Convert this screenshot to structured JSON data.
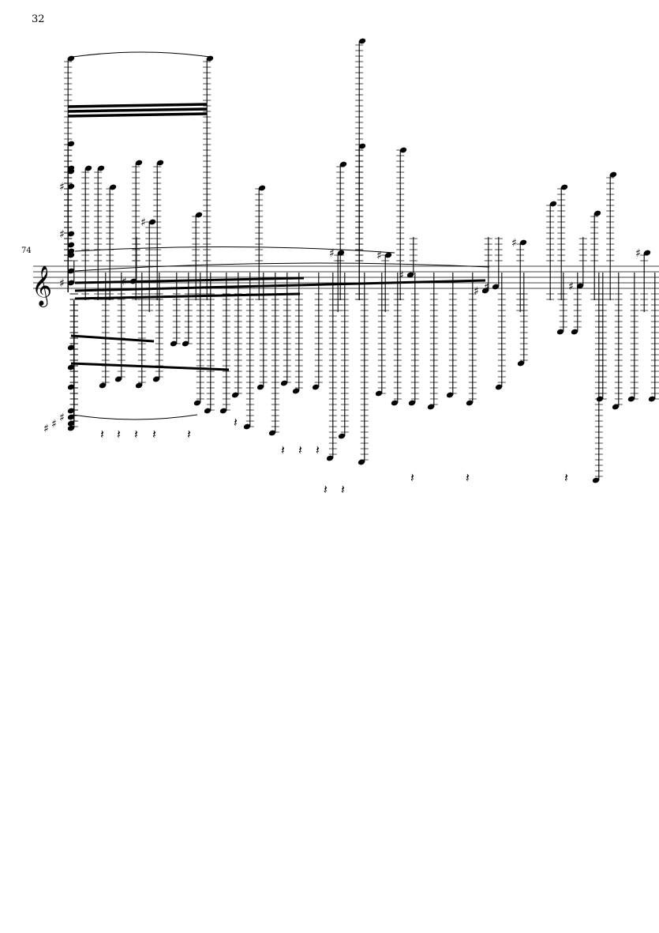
{
  "page": {
    "page_number": "32",
    "measure_number": "74"
  },
  "score": {
    "clef": "treble-clef",
    "ink_color": "#000000"
  }
}
